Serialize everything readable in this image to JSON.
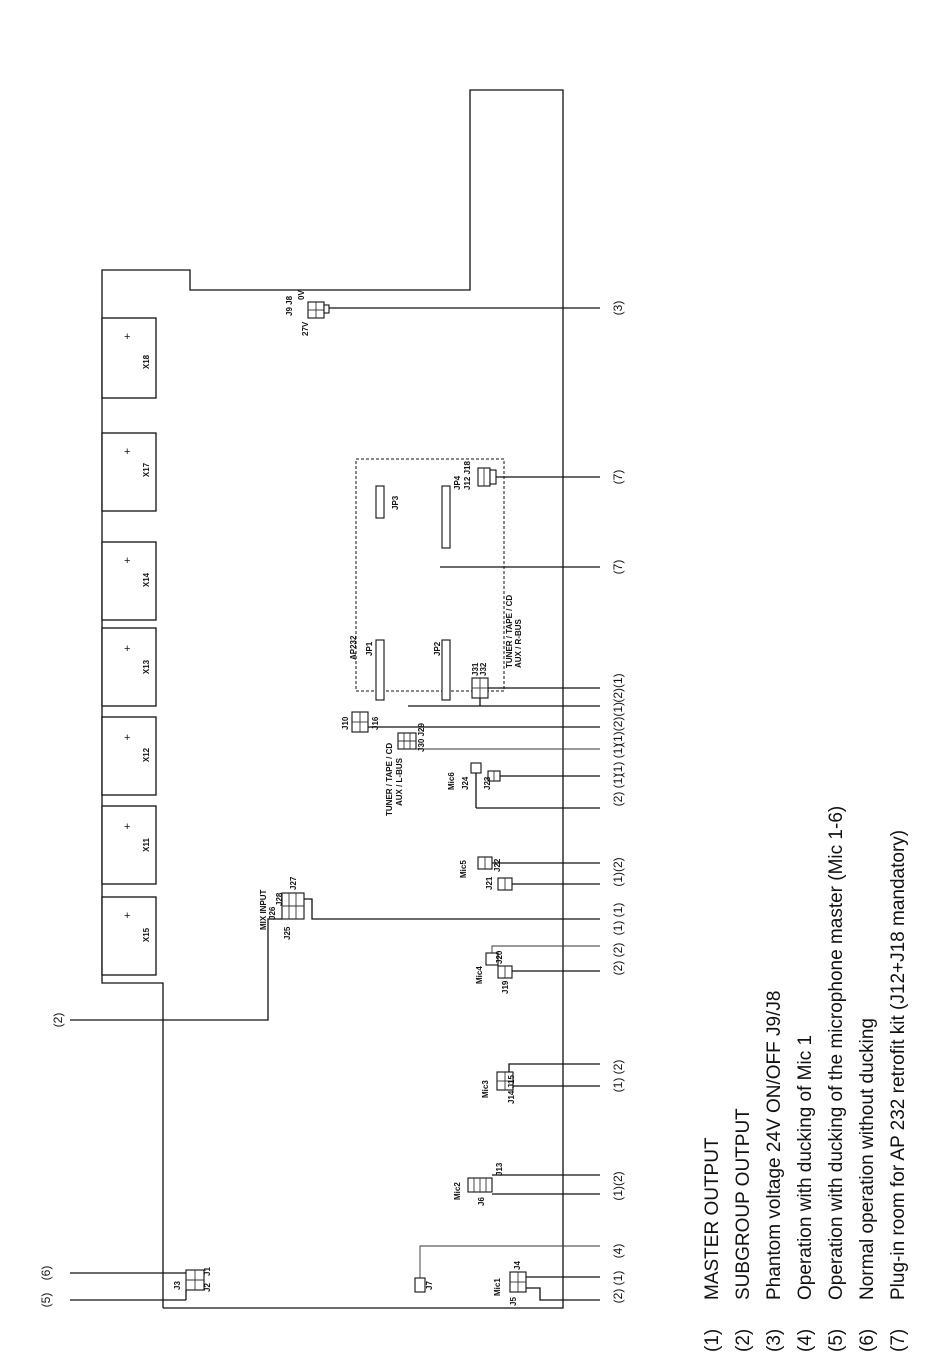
{
  "boxes": {
    "x15": {
      "label": "X15",
      "plus": "+"
    },
    "x11": {
      "label": "X11",
      "plus": "+"
    },
    "x12": {
      "label": "X12",
      "plus": "+"
    },
    "x13": {
      "label": "X13",
      "plus": "+"
    },
    "x14": {
      "label": "X14",
      "plus": "+"
    },
    "x17": {
      "label": "X17",
      "plus": "+"
    },
    "x18": {
      "label": "X18",
      "plus": "+"
    }
  },
  "labels": {
    "j9j8": "J9 J8",
    "v0": "0V",
    "v27": "27V",
    "ap232": "AP232",
    "jp1": "JP1",
    "jp2": "JP2",
    "jp3": "JP3",
    "jp4": "JP4",
    "j12j18": "J12 J18",
    "rbus1": "TUNER / TAPE / CD",
    "rbus2": "AUX / R-BUS",
    "j10": "J10",
    "j16": "J16",
    "j31": "J31",
    "j32": "J32",
    "j30j29": "J30 J29",
    "lbus1": "TUNER / TAPE / CD",
    "lbus2": "AUX / L-BUS",
    "mic6": "Mic6",
    "j24": "J24",
    "j23": "J23",
    "mic5": "Mic5",
    "j22": "J22",
    "j21": "J21",
    "mixinput": "MIX INPUT",
    "j28": "J28",
    "j26": "J26",
    "j27": "J27",
    "j25": "J25",
    "mic4": "Mic4",
    "j20": "J20",
    "j19": "J19",
    "mic3": "Mic3",
    "j14j15": "J14 J15",
    "mic2": "Mic2",
    "j6": "J6",
    "j13": "J13",
    "j3": "J3",
    "j1": "J1",
    "j2": "J2",
    "j7": "J7",
    "mic1": "Mic1",
    "j5": "J5",
    "j4": "J4"
  },
  "callouts": {
    "c3": "(3)",
    "c7a": "(7)",
    "c7b": "(7)",
    "c212": "(2)(1)",
    "c121": "(1)(2)(1)",
    "c11a": "(1)  (1)",
    "c21": "(2)  (1)",
    "c12a": "(1)(2)",
    "c11b": "(1)  (1)",
    "c221": "(2)  (2)",
    "c11c": "(1)  (1)",
    "c2top": "(2)",
    "c12b": "(1) (2)",
    "c12c": "(1)(2)",
    "c4": "(4)",
    "c6": "(6)",
    "c5": "(5)",
    "c2b": "(2) (1)",
    "c2c": "(2) (1)"
  },
  "legend": [
    {
      "num": "(1)",
      "text": "MASTER OUTPUT"
    },
    {
      "num": "(2)",
      "text": "SUBGROUP OUTPUT"
    },
    {
      "num": "(3)",
      "text": "Phantom voltage 24V ON/OFF  J9/J8"
    },
    {
      "num": "(4)",
      "text": "Operation with ducking of Mic 1"
    },
    {
      "num": "(5)",
      "text": "Operation with ducking of the microphone master (Mic 1-6)"
    },
    {
      "num": "(6)",
      "text": "Normal operation without ducking"
    },
    {
      "num": "(7)",
      "text": "Plug-in room for AP 232 retrofit kit (J12+J18 mandatory)"
    }
  ]
}
